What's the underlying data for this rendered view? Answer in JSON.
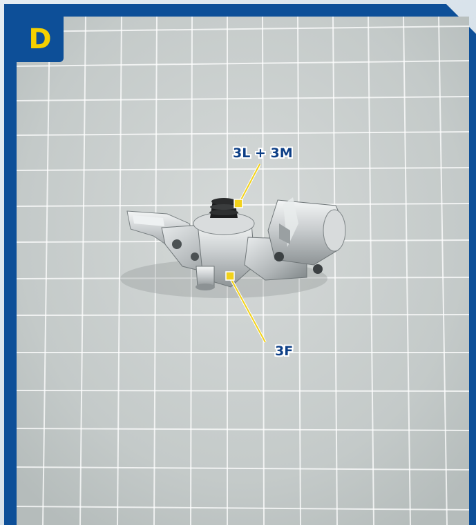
{
  "step_tag": {
    "letter": "D"
  },
  "callouts": {
    "top_label": "3L + 3M",
    "bottom_label": "3F"
  },
  "colors": {
    "frame_blue": "#0d4f98",
    "tag_letter": "#f4d000",
    "label_text": "#0d3f86",
    "leader_line": "#f2d21a",
    "cutting_mat": "#c7cccb",
    "grid_lines": "#ffffff"
  }
}
